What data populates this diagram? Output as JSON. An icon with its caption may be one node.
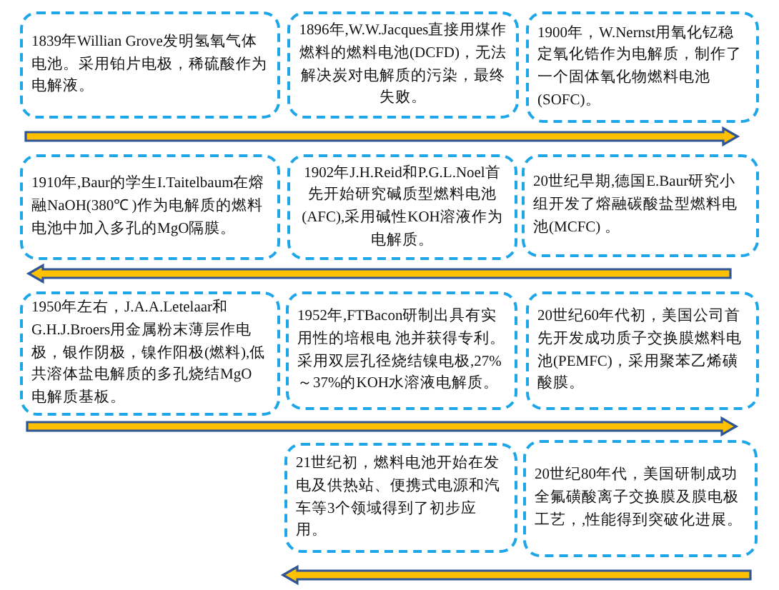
{
  "diagram": {
    "nodes": [
      {
        "text": [
          "1839年Willian Grove发明氢氧气体电池。采用铂片电极，稀硫酸作为电解液。"
        ]
      },
      {
        "text": [
          "1896年,W.W.Jacques直接用煤作燃料的燃料电池(DCFD)，无法解决炭对电解质的污染，最终失败。"
        ]
      },
      {
        "text": [
          "1900年，W.Nernst用氧化钇稳定氧化锆作为电解质，制作了一个固体氧化物燃料电池(SOFC)。"
        ]
      },
      {
        "text": [
          "1910年,Baur的学生I.Taitelbaum在熔融NaOH(380℃ )作为电解质的燃料电池中加入多孔的MgO隔膜。"
        ]
      },
      {
        "text": [
          "1902年J.H.Reid和P.G.L.Noel首先开始研究碱质型燃料电池(AFC),采用碱性KOH溶液作为电解质。"
        ]
      },
      {
        "text": [
          "20世纪早期,德国E.Baur研究小组开发了熔融碳酸盐型燃料电池(MCFC) 。"
        ]
      },
      {
        "text": [
          "1950年左右，J.A.A.Letelaar和G.H.J.Broers用金属粉末薄层作电极，银作阴极，镍作阳极(燃料),低共溶体盐电解质的多孔烧结MgO 电解质基板。"
        ]
      },
      {
        "text": [
          "1952年,FTBacon研制出具有实用性的培根电 池并获得专利。采用双层孔径烧结镍电极,27%～37%的KOH水溶液电解质。"
        ]
      },
      {
        "text": [
          "20世纪60年代初，美国公司首先开发成功质子交换膜燃料电池(PEMFC)，采用聚苯乙烯磺酸膜。"
        ]
      },
      {
        "text": [
          "21世纪初，燃料电池开始在发电及供热站、便携式电源和汽车等3个领域得到了初步应用。"
        ]
      },
      {
        "text": [
          "20世纪80年代，美国研制成功全氟磺酸离子交换膜及膜电极工艺，,性能得到突破化进展。"
        ]
      }
    ]
  }
}
